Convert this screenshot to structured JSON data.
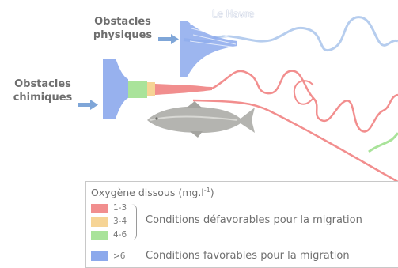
{
  "labels": {
    "obstacles_physiques_line1": "Obstacles",
    "obstacles_physiques_line2": "physiques",
    "obstacles_chimiques_line1": "Obstacles",
    "obstacles_chimiques_line2": "chimiques",
    "city": "Le Havre"
  },
  "legend": {
    "title_main": "Oxygène dissous (mg.l",
    "title_exp": "-1",
    "title_close": ")",
    "entries": [
      {
        "range": "1-3",
        "color": "#f18e8e"
      },
      {
        "range": "3-4",
        "color": "#f6d495"
      },
      {
        "range": "4-6",
        "color": "#a9e39a"
      },
      {
        "range": ">6",
        "color": "#8ca9ec"
      }
    ],
    "unfavorable_text": "Conditions défavorables pour la migration",
    "favorable_text": "Conditions favorables pour la migration"
  },
  "colors": {
    "arrow": "#7fa6d8",
    "river_blue": "#9fc0ea",
    "river_red": "#f28e8e",
    "river_green": "#a9e39a",
    "fish_body": "#b4b4b0"
  }
}
